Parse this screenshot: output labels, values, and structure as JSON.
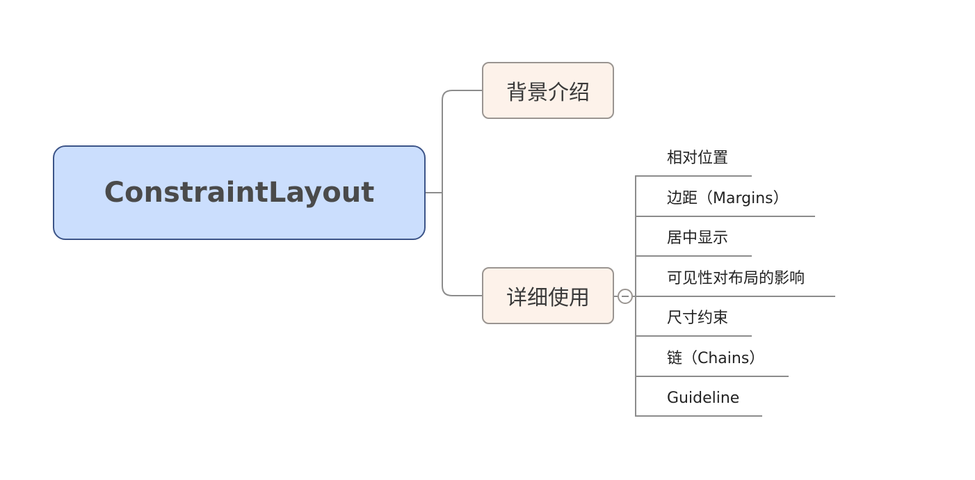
{
  "root": {
    "label": "ConstraintLayout"
  },
  "branches": [
    {
      "label": "背景介绍"
    },
    {
      "label": "详细使用"
    }
  ],
  "usage_topics": [
    "相对位置",
    "边距（Margins）",
    "居中显示",
    "可见性对布局的影响",
    "尺寸约束",
    "链（Chains）",
    "Guideline"
  ],
  "colors": {
    "root_fill": "#cbdefd",
    "root_border": "#3c5488",
    "branch_fill": "#fdf2ea",
    "branch_border": "#9a9591",
    "connector": "#8c8c8c"
  },
  "icons": {
    "collapse": "minus-circle-icon"
  }
}
